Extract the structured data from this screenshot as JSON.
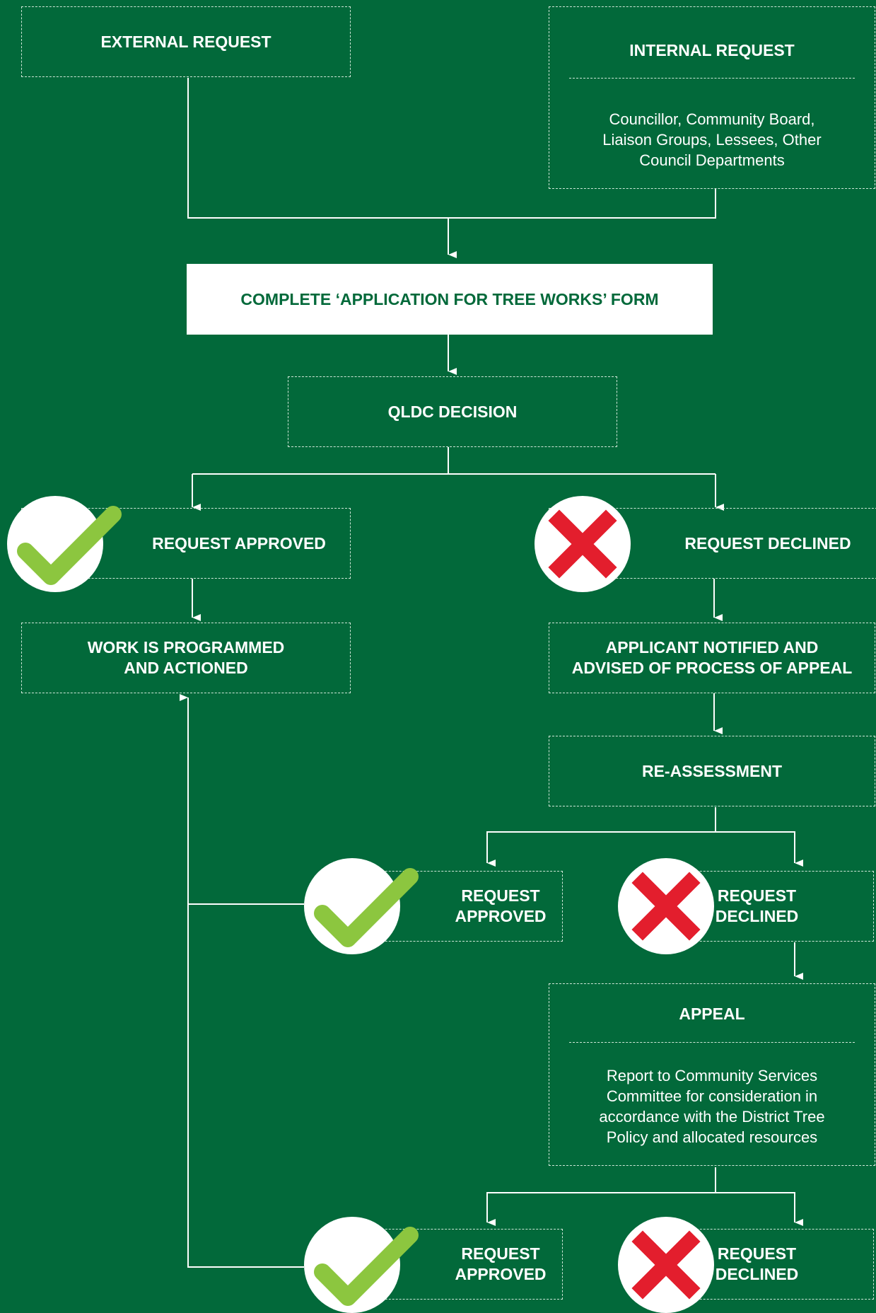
{
  "colors": {
    "background": "#02693a",
    "line": "#ffffff",
    "approved": "#8cc63f",
    "declined": "#e31e2d"
  },
  "nodes": {
    "external_request": "EXTERNAL REQUEST",
    "internal_request": {
      "title": "INTERNAL REQUEST",
      "body": "Councillor, Community Board,\nLiaison Groups, Lessees, Other\nCouncil Departments"
    },
    "application_form": "COMPLETE ‘APPLICATION FOR TREE WORKS’ FORM",
    "qldc_decision": "QLDC DECISION",
    "request_approved_1": "REQUEST APPROVED",
    "request_declined_1": "REQUEST DECLINED",
    "work_programmed": "WORK IS PROGRAMMED\nAND ACTIONED",
    "applicant_notified": "APPLICANT NOTIFIED AND\nADVISED OF PROCESS OF APPEAL",
    "re_assessment": "RE-ASSESSMENT",
    "request_approved_2": "REQUEST\nAPPROVED",
    "request_declined_2": "REQUEST\nDECLINED",
    "appeal": {
      "title": "APPEAL",
      "body": "Report to Community Services\nCommittee for consideration in\naccordance with the District Tree\nPolicy and allocated resources"
    },
    "request_approved_3": "REQUEST\nAPPROVED",
    "request_declined_3": "REQUEST\nDECLINED"
  },
  "icons": {
    "approved": "check-icon",
    "declined": "cross-icon"
  }
}
